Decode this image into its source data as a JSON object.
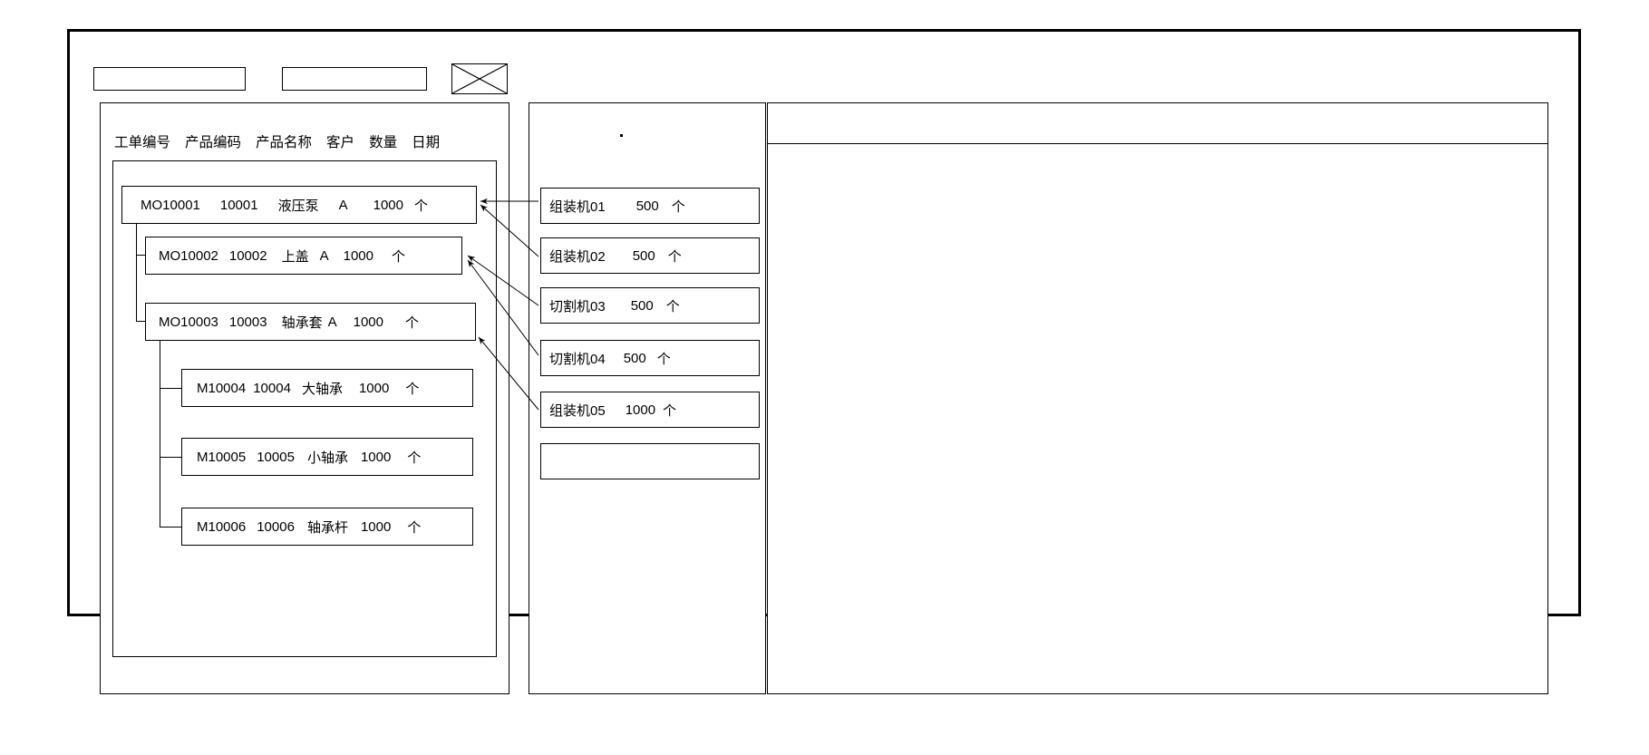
{
  "toolbar": {
    "field_1_value": "",
    "field_1_placeholder": "",
    "field_2_value": "",
    "field_2_placeholder": "",
    "image_placeholder_label": ""
  },
  "left_panel": {
    "columns": [
      {
        "label": "工单编号"
      },
      {
        "label": "产品编码"
      },
      {
        "label": "产品名称"
      },
      {
        "label": "客户"
      },
      {
        "label": "数量"
      },
      {
        "label": "日期"
      }
    ],
    "tree_rows": [
      {
        "order_no": "MO10001",
        "product_code": "10001",
        "product_name": "液压泵",
        "customer": "A",
        "quantity": "1000",
        "unit": "个",
        "level": 0
      },
      {
        "order_no": "MO10002",
        "product_code": "10002",
        "product_name": "上盖",
        "customer": "A",
        "quantity": "1000",
        "unit": "个",
        "level": 1
      },
      {
        "order_no": "MO10003",
        "product_code": "10003",
        "product_name": "轴承套",
        "customer": "A",
        "quantity": "1000",
        "unit": "个",
        "level": 1
      },
      {
        "order_no": "M10004",
        "product_code": "10004",
        "product_name": "大轴承",
        "customer": "",
        "quantity": "1000",
        "unit": "个",
        "level": 2
      },
      {
        "order_no": "M10005",
        "product_code": "10005",
        "product_name": "小轴承",
        "customer": "",
        "quantity": "1000",
        "unit": "个",
        "level": 2
      },
      {
        "order_no": "M10006",
        "product_code": "10006",
        "product_name": "轴承杆",
        "customer": "",
        "quantity": "1000",
        "unit": "个",
        "level": 2
      }
    ]
  },
  "middle_panel": {
    "machines": [
      {
        "name": "组装机01",
        "quantity": "500",
        "unit": "个"
      },
      {
        "name": "组装机02",
        "quantity": "500",
        "unit": "个"
      },
      {
        "name": "切割机03",
        "quantity": "500",
        "unit": "个"
      },
      {
        "name": "切割机04",
        "quantity": "500",
        "unit": "个"
      },
      {
        "name": "组装机05",
        "quantity": "1000",
        "unit": "个"
      },
      {
        "name": "",
        "quantity": "",
        "unit": ""
      }
    ]
  },
  "right_panel": {
    "header_text": "",
    "body_text": ""
  },
  "colors": {
    "stroke": "#000000",
    "background": "#ffffff"
  }
}
